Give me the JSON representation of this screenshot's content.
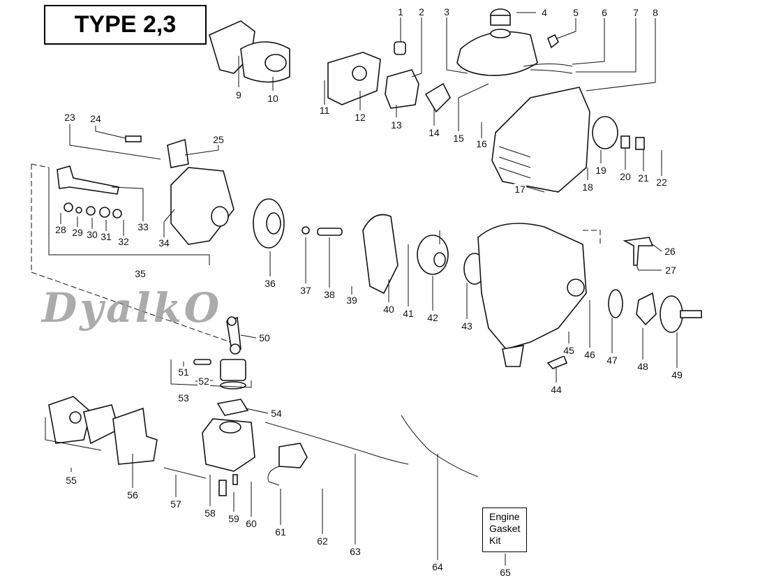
{
  "title": "TYPE 2,3",
  "watermark": "DyalkO",
  "kit_box": {
    "lines": [
      "Engine",
      "Gasket",
      "Kit"
    ]
  },
  "part_numbers": [
    "1",
    "2",
    "3",
    "4",
    "5",
    "6",
    "7",
    "8",
    "9",
    "10",
    "11",
    "12",
    "13",
    "14",
    "15",
    "16",
    "17",
    "18",
    "19",
    "20",
    "21",
    "22",
    "23",
    "24",
    "25",
    "26",
    "27",
    "28",
    "29",
    "30",
    "31",
    "32",
    "33",
    "34",
    "35",
    "36",
    "37",
    "38",
    "39",
    "40",
    "41",
    "42",
    "43",
    "44",
    "45",
    "46",
    "47",
    "48",
    "49",
    "50",
    "51",
    "52",
    "53",
    "54",
    "55",
    "56",
    "57",
    "58",
    "59",
    "60",
    "61",
    "62",
    "63",
    "64",
    "65"
  ]
}
